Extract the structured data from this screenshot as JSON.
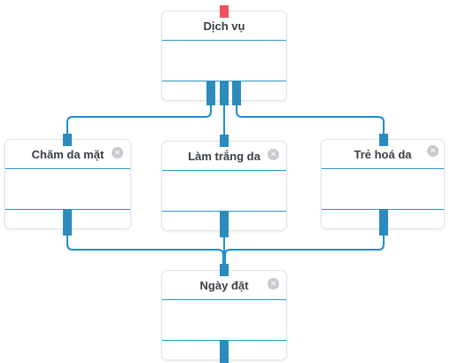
{
  "nodes": {
    "root": {
      "title": "Dịch vụ"
    },
    "cham_da_mat": {
      "title": "Chăm da mặt",
      "close": "✕"
    },
    "lam_trang_da": {
      "title": "Làm trắng da",
      "close": "✕"
    },
    "tre_hoa_da": {
      "title": "Trẻ hoá da",
      "close": "✕"
    },
    "ngay_dat": {
      "title": "Ngày đặt",
      "close": "✕"
    }
  },
  "colors": {
    "wire": "#1e8fd0",
    "port": "#2b8bbd",
    "input_port_root": "#f0505b",
    "divider": "#2b98c9"
  }
}
